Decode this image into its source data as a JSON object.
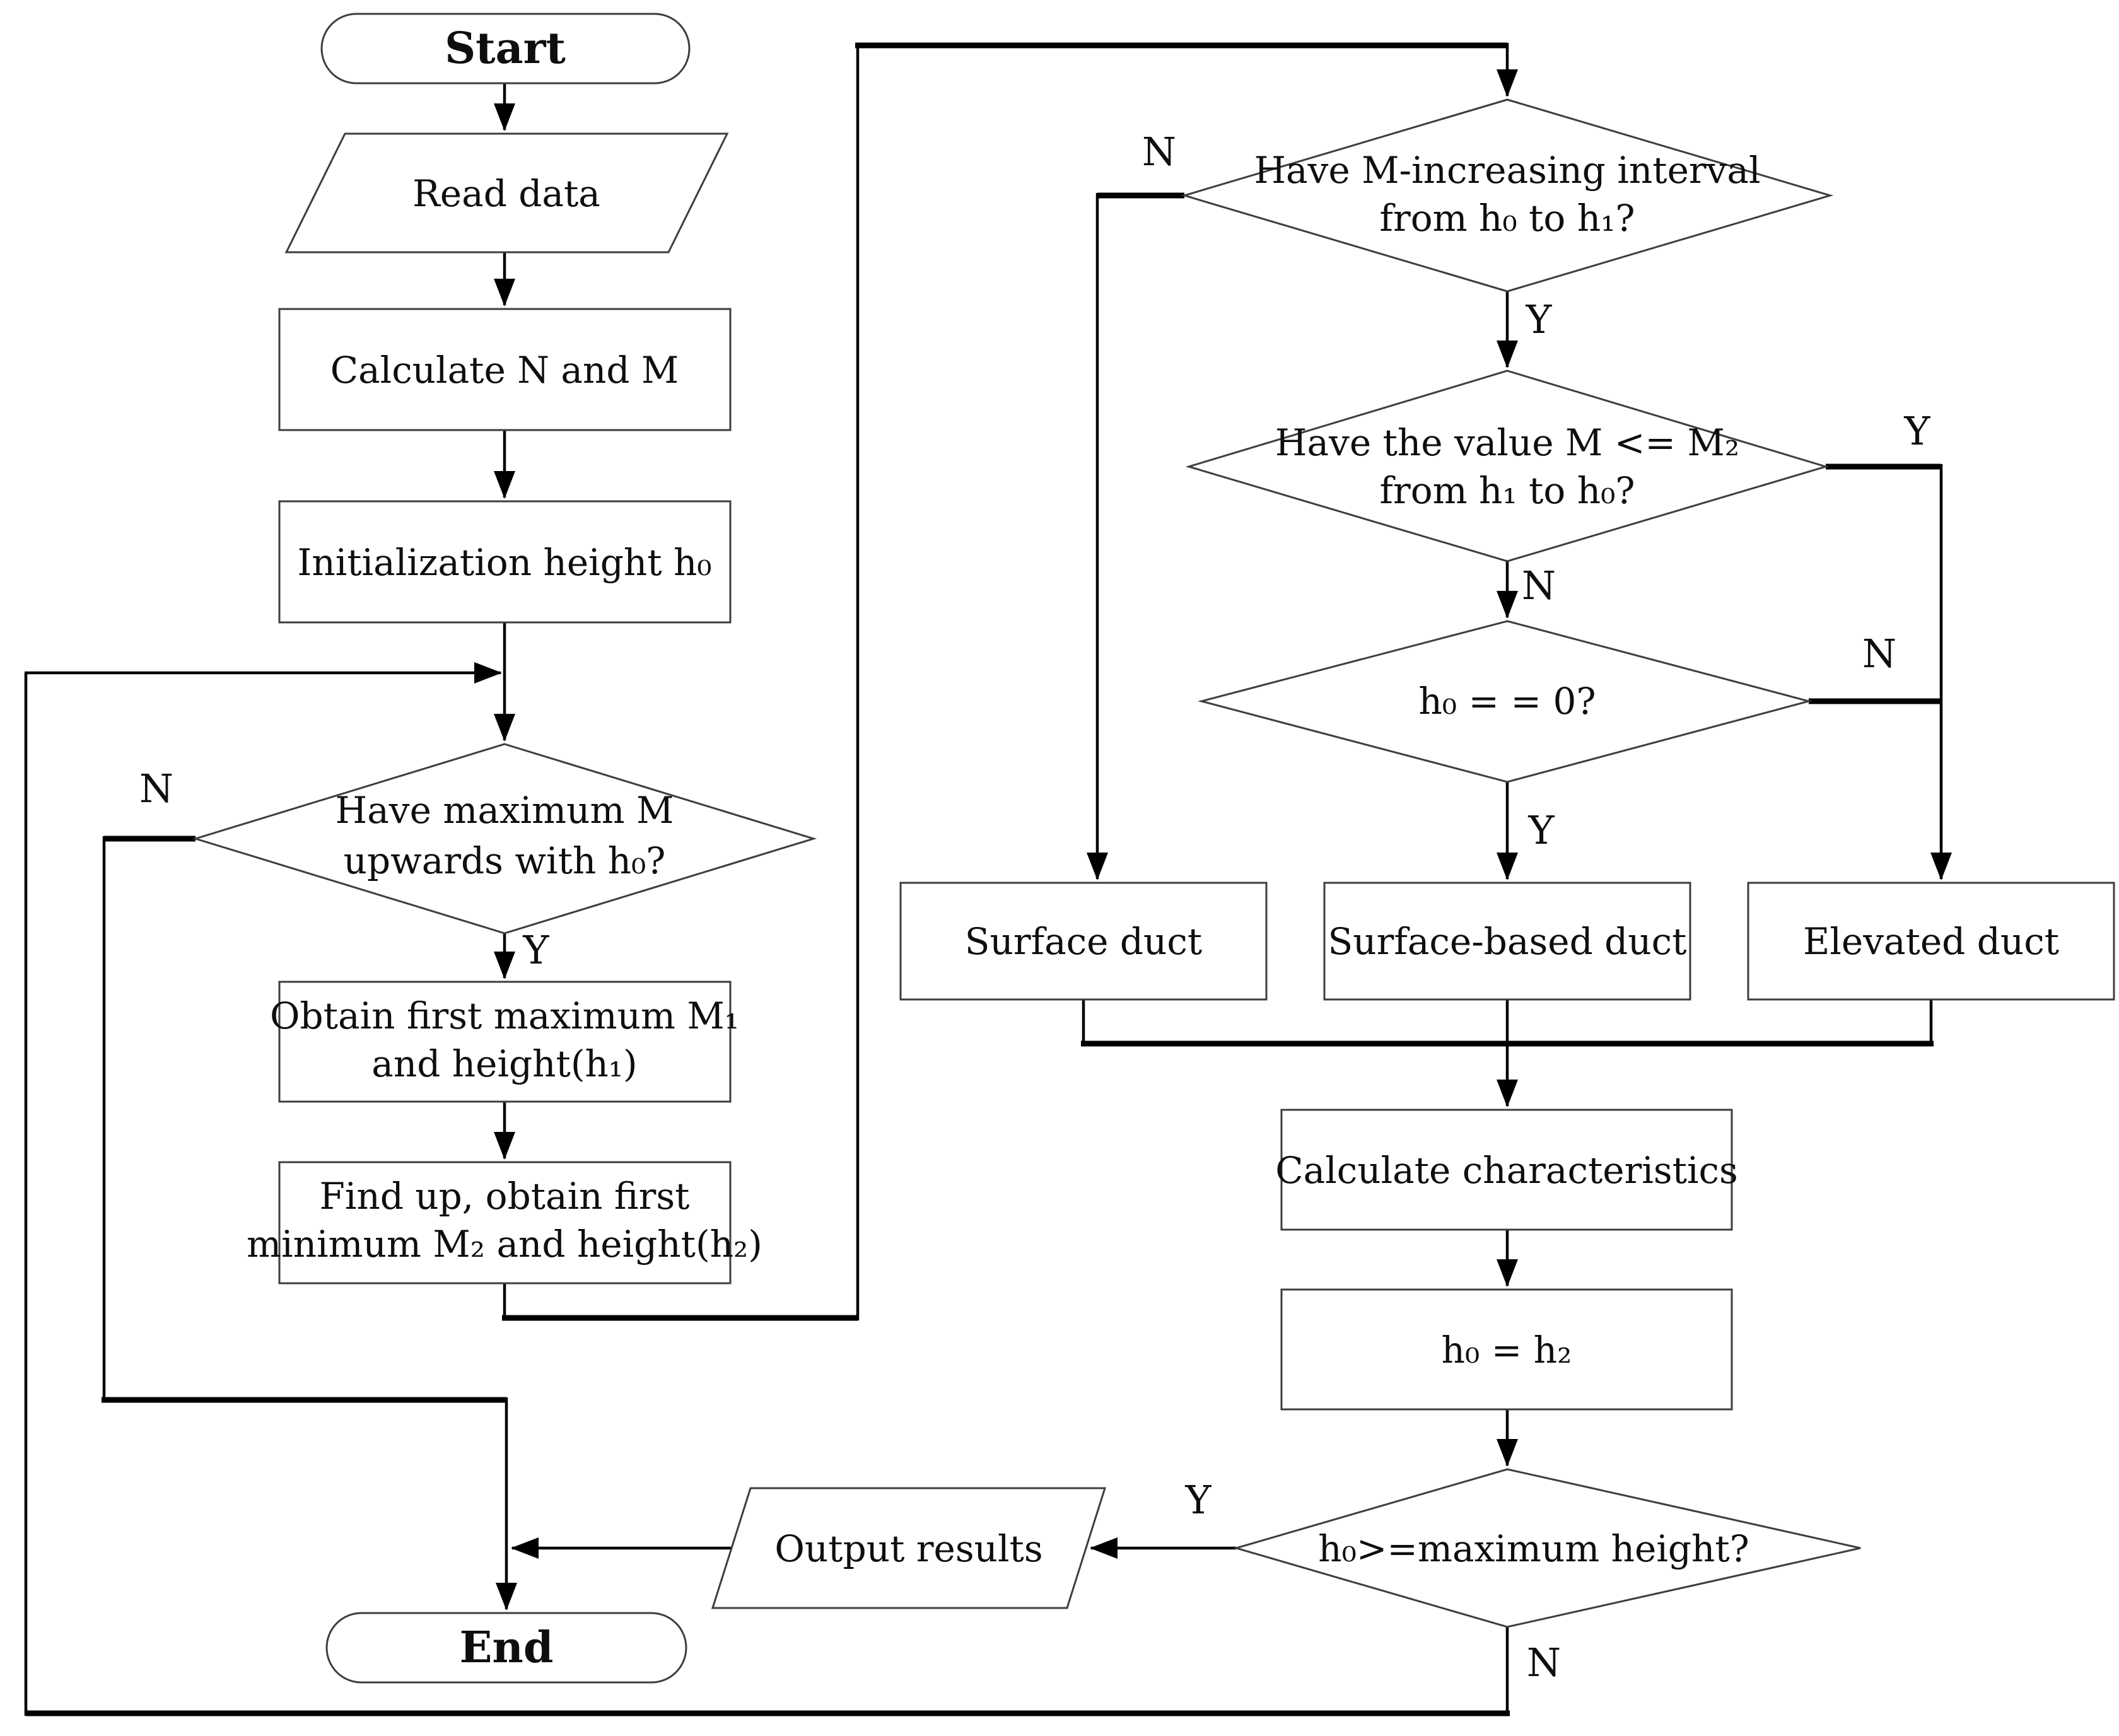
{
  "diagram": {
    "type": "flowchart",
    "background": "#ffffff",
    "line_color": "#000000",
    "shape_border_color": "#3e3e3e",
    "text_color": "#0e0e0e"
  },
  "nodes": {
    "start": {
      "label": "Start",
      "shape": "terminator"
    },
    "read_data": {
      "label": "Read data",
      "shape": "io-parallelogram"
    },
    "calculate_nm": {
      "label": "Calculate N and M",
      "shape": "process"
    },
    "init_height": {
      "label": "Initialization height h₀",
      "shape": "process"
    },
    "have_max_m": {
      "line1": "Have maximum M",
      "line2": "upwards with h₀?",
      "shape": "decision"
    },
    "obtain_max": {
      "line1": "Obtain first maximum M₁",
      "line2": "and height(h₁)",
      "shape": "process"
    },
    "find_min": {
      "line1": "Find up, obtain first",
      "line2": "minimum M₂ and height(h₂)",
      "shape": "process"
    },
    "m_increasing": {
      "line1": "Have M-increasing interval",
      "line2": "from h₀ to h₁?",
      "shape": "decision"
    },
    "m_le_m2": {
      "line1": "Have the value M <= M₂",
      "line2": "from h₁ to h₀?",
      "shape": "decision"
    },
    "h0_eq_zero": {
      "label": "h₀ = = 0?",
      "shape": "decision"
    },
    "surface_duct": {
      "label": "Surface duct",
      "shape": "process"
    },
    "surface_based_duct": {
      "label": "Surface-based duct",
      "shape": "process"
    },
    "elevated_duct": {
      "label": "Elevated duct",
      "shape": "process"
    },
    "calc_characteristics": {
      "label": "Calculate characteristics",
      "shape": "process"
    },
    "h0_assign_h2": {
      "label": "h₀ = h₂",
      "shape": "process"
    },
    "h0_ge_max": {
      "label": "h₀>=maximum height?",
      "shape": "decision"
    },
    "output_results": {
      "label": "Output results",
      "shape": "io-parallelogram"
    },
    "end": {
      "label": "End",
      "shape": "terminator"
    }
  },
  "branches": {
    "have_max_m_n": "N",
    "have_max_m_y": "Y",
    "m_increasing_n": "N",
    "m_increasing_y": "Y",
    "m_le_m2_y": "Y",
    "m_le_m2_n": "N",
    "h0_eq_zero_n": "N",
    "h0_eq_zero_y": "Y",
    "h0_ge_max_y": "Y",
    "h0_ge_max_n": "N"
  }
}
